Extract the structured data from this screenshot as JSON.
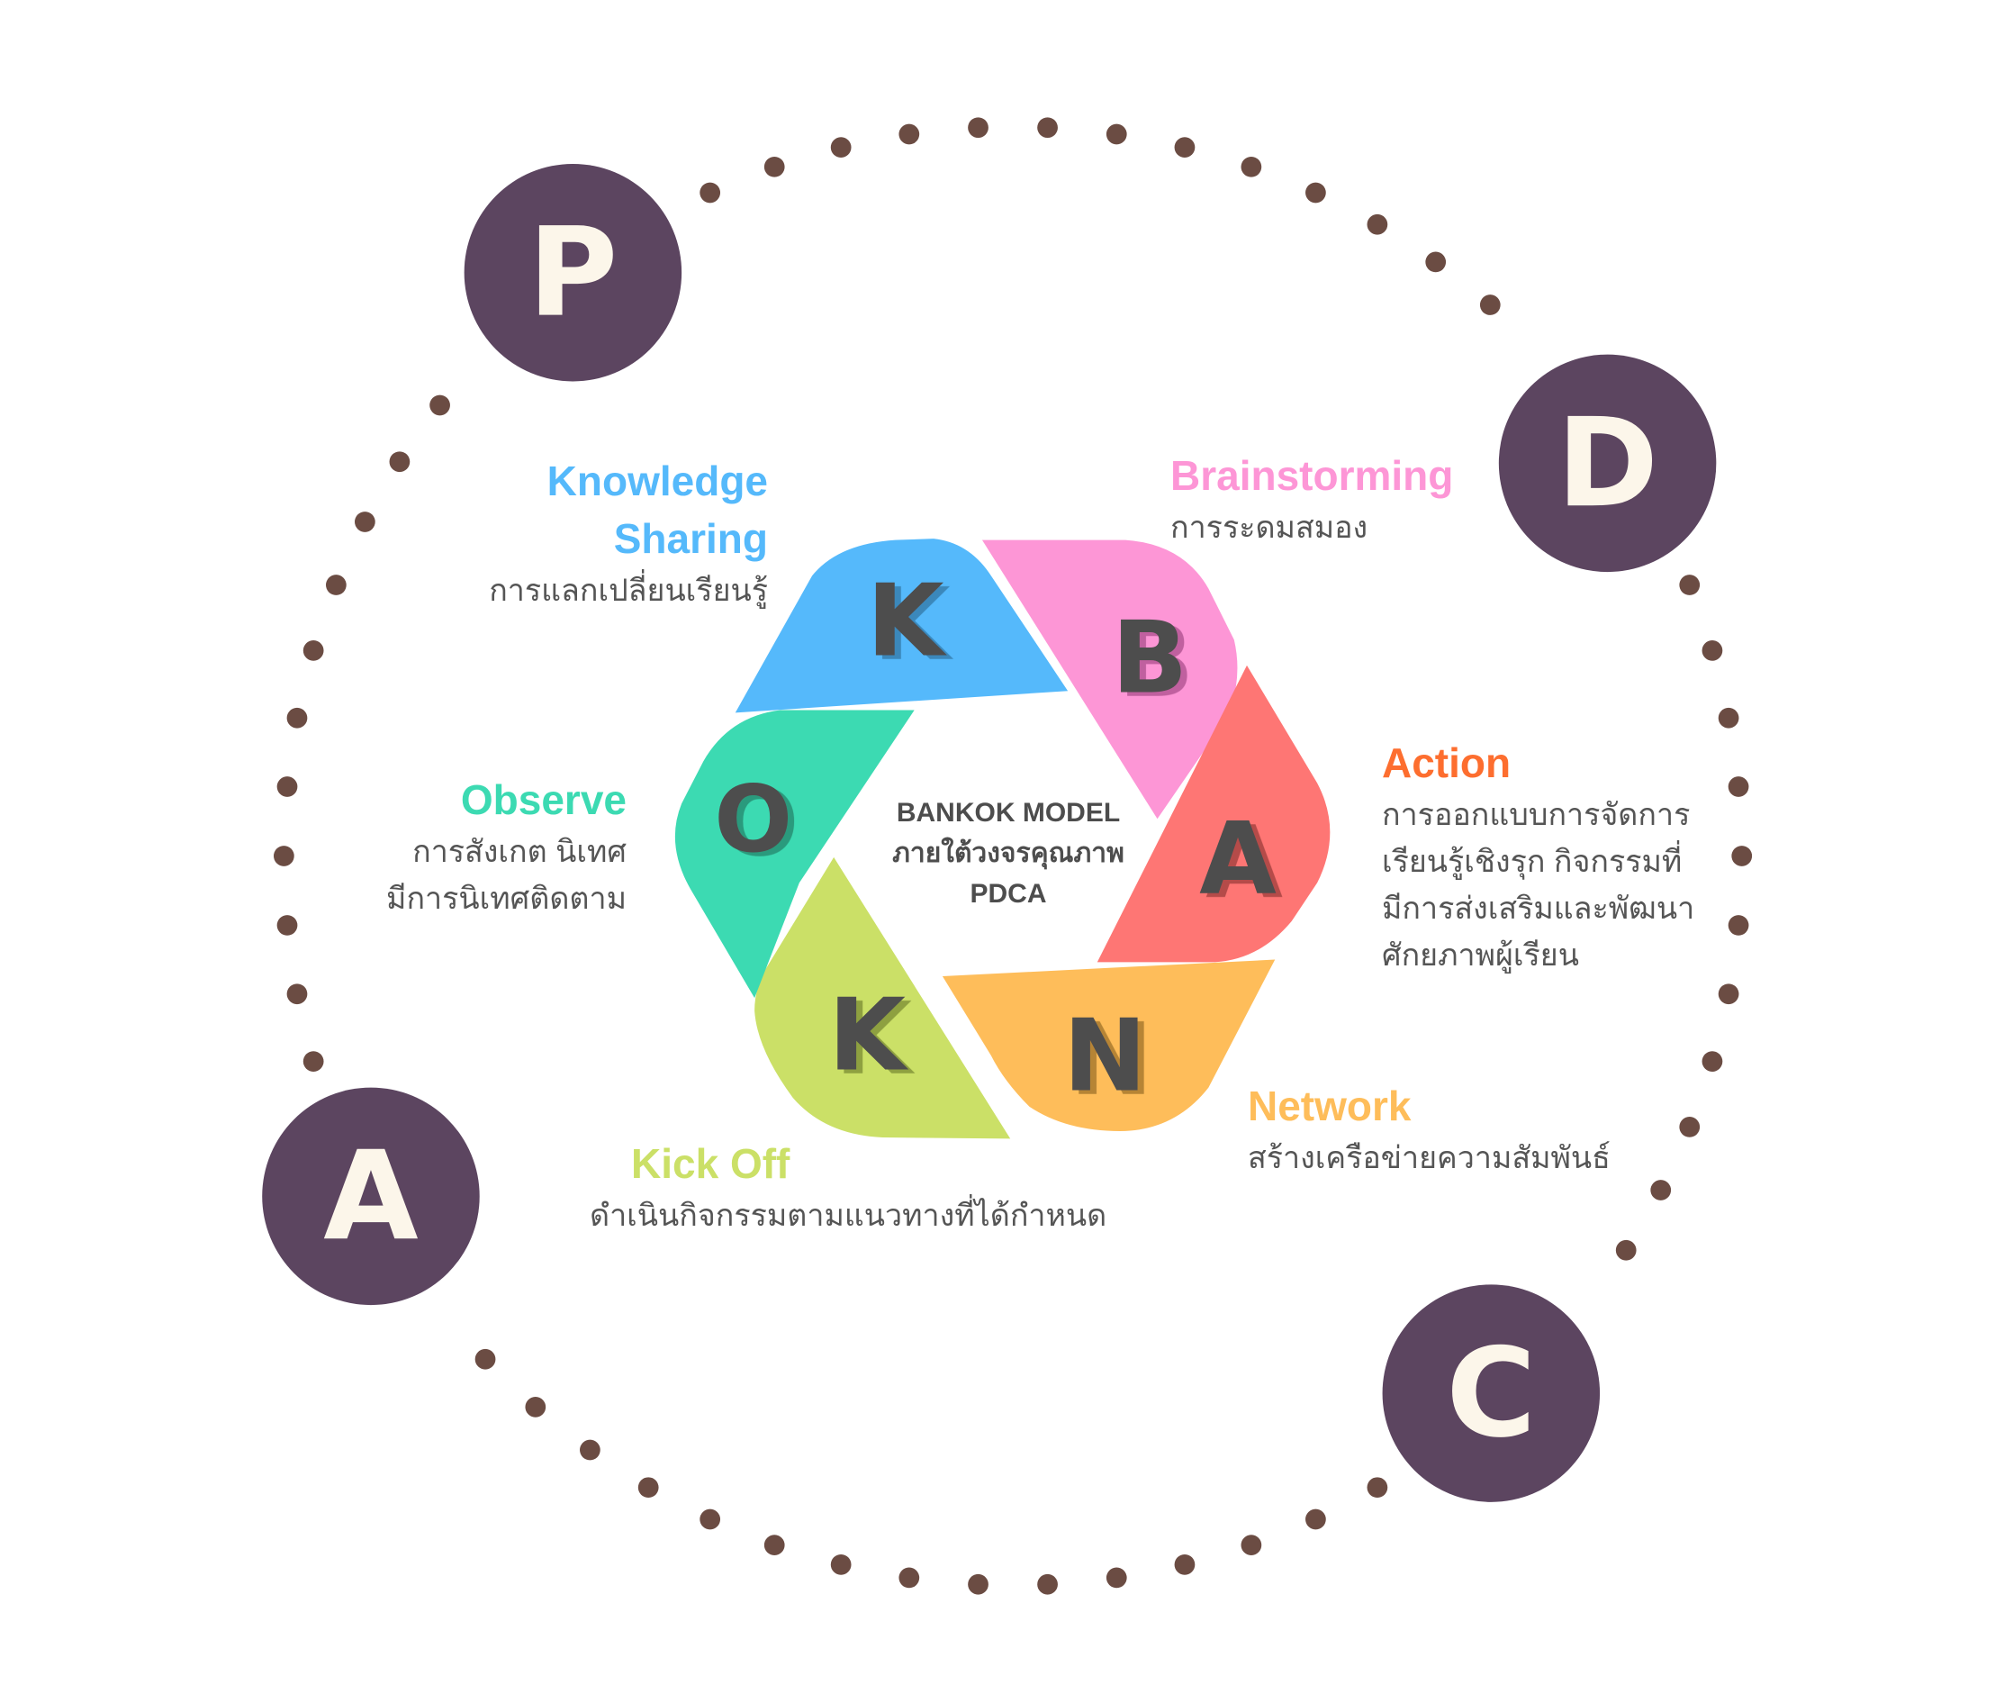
{
  "pdca_letters": [
    "P",
    "D",
    "C",
    "A"
  ],
  "center": {
    "line1": "BANKOK MODEL",
    "line2": "ภายใต้วงจรคุณภาพ",
    "line3": "PDCA"
  },
  "segments": [
    {
      "letter": "K",
      "color": "#55b9fb",
      "title": "Knowledge Sharing",
      "title_line1": "Knowledge",
      "title_line2": "Sharing",
      "desc": "การแลกเปลี่ยนเรียนรู้",
      "title_color": "#55b9fb"
    },
    {
      "letter": "B",
      "color": "#fd96d6",
      "title": "Brainstorming",
      "desc": "การระดมสมอง",
      "title_color": "#fd96d6"
    },
    {
      "letter": "A",
      "color": "#fe7674",
      "title": "Action",
      "desc_lines": [
        "การออกแบบการจัดการ",
        "เรียนรู้เชิงรุก กิจกรรมที่",
        "มีการส่งเสริมและพัฒนา",
        "ศักยภาพผู้เรียน"
      ],
      "title_color": "#fd6e2f"
    },
    {
      "letter": "N",
      "color": "#febd5a",
      "title": "Network",
      "desc": "สร้างเครือข่ายความสัมพันธ์",
      "title_color": "#febd5a"
    },
    {
      "letter": "K",
      "color": "#cbe067",
      "title": "Kick Off",
      "desc": "ดำเนินกิจกรรมตามแนวทางที่ได้กำหนด",
      "title_color": "#cbe067"
    },
    {
      "letter": "O",
      "color": "#3cdab2",
      "title": "Observe",
      "desc_lines": [
        "การสังเกต นิเทศ",
        "มีการนิเทศติดตาม"
      ],
      "title_color": "#3cdab2"
    }
  ],
  "colors": {
    "circle": "#5c4560",
    "dot": "#6b4c43",
    "letter_fill": "#fcf6ea",
    "seg_letter": "#4d4d4d"
  }
}
